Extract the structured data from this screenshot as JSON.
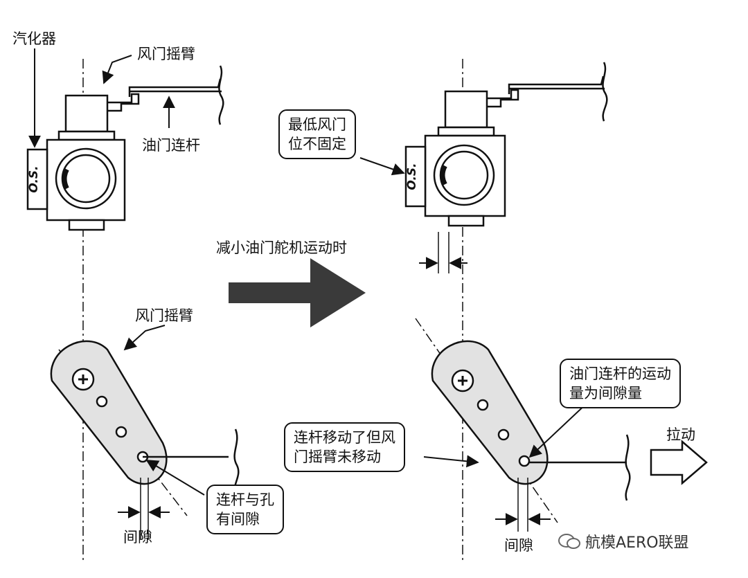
{
  "labels": {
    "carburetor": "汽化器",
    "throttle_arm_top": "风门摇臂",
    "pushrod": "油门连杆",
    "throttle_arm_bottom": "风门摇臂",
    "action": "减小油门舵机运动时",
    "pull": "拉动",
    "gap_left": "间隙",
    "gap_right": "间隙",
    "brand_left": "O.S.",
    "brand_right": "O.S."
  },
  "callouts": {
    "min_throttle": [
      "最低风门",
      "位不固定"
    ],
    "rod_hole_gap": [
      "连杆与孔",
      "有间隙"
    ],
    "rod_moved": [
      "连杆移动了但风",
      "门摇臂未移动"
    ],
    "rod_travel": [
      "油门连杆的运动",
      "量为间隙量"
    ]
  },
  "watermark": "航模AERO联盟",
  "colors": {
    "ink": "#111111",
    "arrow_fill": "#3a3a3a",
    "arm_fill": "#e2e2e2"
  }
}
